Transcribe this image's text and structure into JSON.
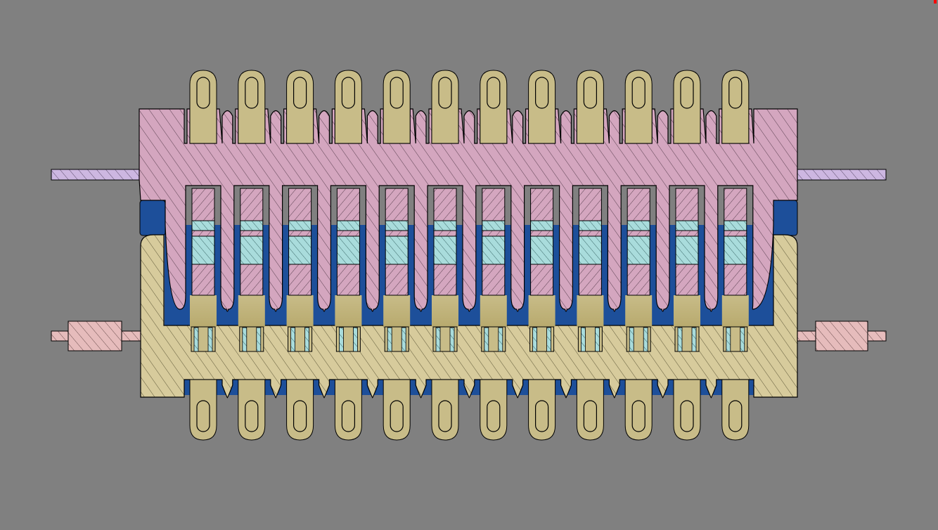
{
  "drawing": {
    "view": "cross-section",
    "part_count": 12,
    "colors": {
      "background": "#808080",
      "upper_housing": "#d4a6bf",
      "lower_housing": "#d7cb9c",
      "contacts": "#c8bc88",
      "gasket": "#1d4f9a",
      "insert": "#a9dcdc",
      "flange": "#cdb7e1",
      "washer": "#e6bcbc",
      "outline": "#000000",
      "accent": "#ff0000"
    },
    "hatch": "diagonal"
  }
}
